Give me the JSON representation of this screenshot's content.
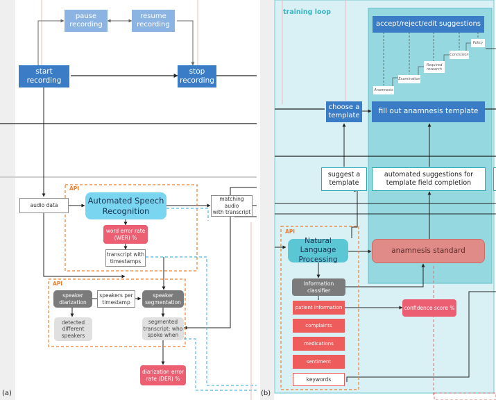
{
  "panel_a": {
    "caption": "(a)",
    "start_recording": "start\nrecording",
    "pause_recording": "pause\nrecording",
    "resume_recording": "resume\nrecording",
    "stop_recording": "stop\nrecording",
    "audio_data": "audio data",
    "asr": "Automated Speech\nRecognition",
    "matching_audio": "matching audio\nwith transcript",
    "wer": "word error rate\n(WER) %",
    "transcript_timestamps": "transcript with\ntimestamps",
    "api_label_1": "API",
    "api_label_2": "API",
    "speaker_diarization": "speaker\ndiarization",
    "speakers_per_timestamp": "speakers per\ntimestamp",
    "speaker_segmentation": "speaker\nsegmentation",
    "detected_speakers": "detected\ndifferent\nspeakers",
    "segmented_transcript": "segmented\ntranscript: who\nspoke when",
    "der": "diarization error\nrate (DER) %"
  },
  "panel_b": {
    "caption": "(b)",
    "training_loop": "training loop",
    "accept_reject": "accept/reject/edit suggestions",
    "choose_template": "choose a\ntemplate",
    "fill_out": "fill out anamnesis template",
    "suggest_template": "suggest a\ntemplate",
    "automated_suggestions": "automated suggestions for\ntemplate field completion",
    "api_label": "API",
    "nlp": "Natural Language\nProcessing",
    "anamnesis_standard": "anamnesis standard",
    "information_classifier": "Information classifier",
    "confidence_score": "confidence score %",
    "patient_information": "patient information",
    "complaints": "complaints",
    "medications": "medications",
    "sentiment": "sentiment",
    "keywords": "keywords",
    "template_steps": [
      "Anamnesis",
      "Examination",
      "Required\nresearch",
      "Conclusion",
      "Policy"
    ]
  },
  "colors": {
    "primary_blue": "#3a7cc6",
    "light_blue": "#8cb4e3",
    "teal_panel": "#d9f1f4",
    "teal_inner": "#95d8df",
    "api_orange": "#ef7d2d",
    "metric_pink": "#ec5e72"
  }
}
